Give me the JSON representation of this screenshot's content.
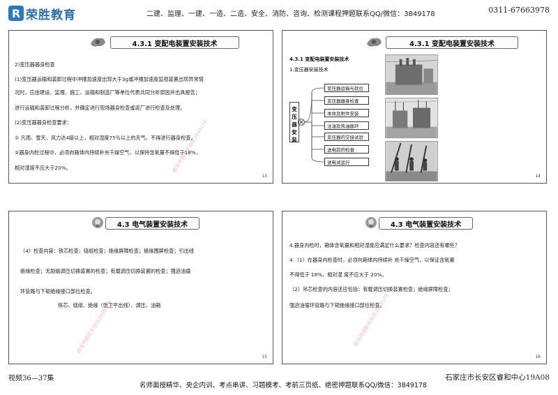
{
  "header": {
    "logo_mark": "R",
    "logo_text": "荣胜教育",
    "center": "二建、监理、一建、一造、二造、安全、消防、咨询、检测课程押题联系QQ/微信：3849178",
    "phone": "0311-67663978"
  },
  "slide13": {
    "title": "4.3.1 变配电装置安装技术",
    "lines": [
      "2)变压器器身检查",
      "(1)变压器运输和装卸过程中冲撞加速度出现大于3g或冲撞加速度监视装置出现异常情",
      "况时，应由建设、监理、施工、运输和制造厂等单位代表共同分析原因并出具报告；",
      "进行运输和装卸过程分析，并确定进行现场器身检查或返厂进行检查及处理。",
      "(2)变压器器身检查要求：",
      "① 凡雨、雪天，风力达4级以上，相对湿度75％以上的天气，不得进行器身检查。",
      "②器身内检过程中，必须向箱体内持续补充干燥空气，以保持含氧量不得低于18%，",
      "相对湿度不应大于20%。"
    ],
    "page": "13",
    "watermark": "精准押题联系微信3849178"
  },
  "slide14": {
    "title": "4.3.1 变配电装置安装技术",
    "heading": "4.3.1 变配电装置安装技术",
    "subheading": "1.变压器安装技术",
    "root": [
      "变",
      "压",
      "器",
      "安",
      "装"
    ],
    "nodes": [
      "变压器运输与就位",
      "变压器器身检查",
      "本体及附件安装",
      "注油及热油循环",
      "变压器的交接试验",
      "送电前的检查",
      "送电试运行"
    ],
    "page": "14"
  },
  "slide15": {
    "title": "4.3 电气装置安装技术",
    "lines": [
      "（4）检查内容：铁芯检查；绕组检查；绝缘屏障检查；绝缘围屏检查；引出线",
      "绝缘检查；无励磁调压切换装置的检查；有载调压切换装置的检查；强迫油循",
      "环管路与下轭绝缘接口部位检查。",
      "铁芯、绕组、绝缘（张卫平出线）、调压、油箱"
    ],
    "page": "15",
    "watermark": "精准押题联系微信3849178"
  },
  "slide16": {
    "title": "4.3 电气装置安装技术",
    "lines": [
      "4.器身内检时，箱体含氧量和相对湿度应满足什么要求？检查内容还有哪些？",
      "4.（1）在器身内检查时，必须向箱体内持续补 充干燥空气，以保证含氧量",
      "不得低于 18%，相对湿 度不应大于 20%。",
      "（2）吊芯检查的内容还应包括：有载调压切换装置检查；绝缘屏障检查；",
      "强迫油循环管路与下轭绝缘接口部位检查。"
    ],
    "page": "16",
    "watermark": "精准押题联系微信3849178"
  },
  "footer": {
    "left": "视频36—37集",
    "center": "名师面授精华、央企内训、考点串讲、习题模考、考前三页纸、绝密押题联系QQ/微信：3849178",
    "right": "石家庄市长安区睿和中心19A08"
  }
}
